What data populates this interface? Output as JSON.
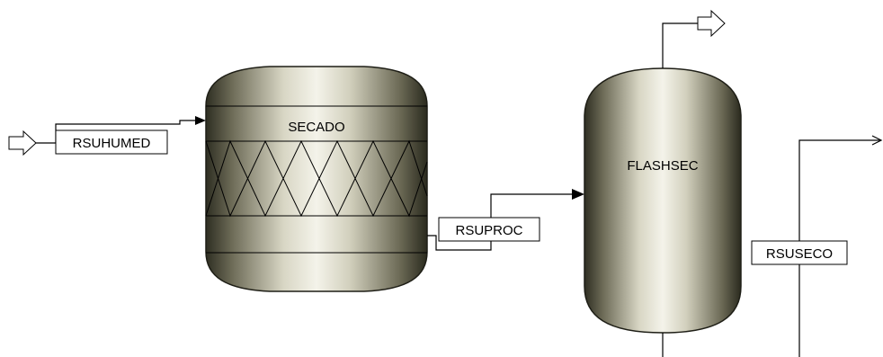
{
  "blocks": {
    "dryer": {
      "label": "SECADO"
    },
    "flash": {
      "label": "FLASHSEC"
    }
  },
  "streams": {
    "feed": {
      "label": "RSUHUMED"
    },
    "processed": {
      "label": "RSUPROC"
    },
    "dry": {
      "label": "RSUSECO"
    }
  }
}
